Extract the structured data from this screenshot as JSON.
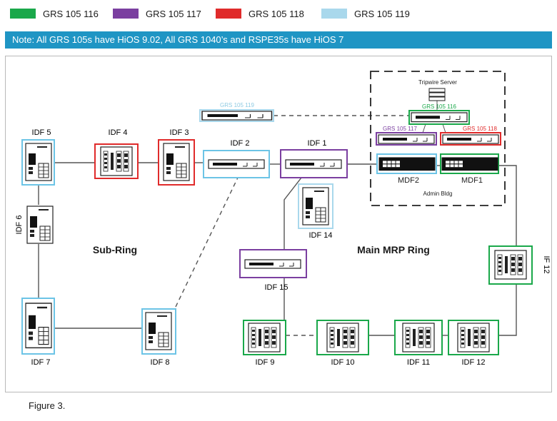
{
  "legend": [
    {
      "label": "GRS 105 116",
      "color": "#1aa84a"
    },
    {
      "label": "GRS 105 117",
      "color": "#7b3fa0"
    },
    {
      "label": "GRS 105 118",
      "color": "#e02b2b"
    },
    {
      "label": "GRS 105 119",
      "color": "#a9d8ec"
    }
  ],
  "banner_note": "Note: All GRS 105s have HiOS 9.02, All GRS 1040’s and RSPE35s have HiOS 7",
  "ring_labels": {
    "sub_ring": "Sub-Ring",
    "main_ring": "Main MRP Ring"
  },
  "admin": {
    "server_label": "Tripwire Server",
    "switch_top": "GRS 105 116",
    "switch_left": "GRS 105 117",
    "switch_right": "GRS 105 118",
    "floating_switch": "GRS 105 119",
    "mdf2": "MDF2",
    "mdf1": "MDF1",
    "building": "Admin Bldg"
  },
  "nodes": {
    "idf5": "IDF 5",
    "idf4": "IDF 4",
    "idf3": "IDF 3",
    "idf2": "IDF 2",
    "idf1": "IDF 1",
    "idf6": "IDF 6",
    "idf14": "IDF 14",
    "idf15": "IDF 15",
    "if12": "IF 12",
    "idf7": "IDF 7",
    "idf8": "IDF 8",
    "idf9": "IDF 9",
    "idf10": "IDF 10",
    "idf11": "IDF 11",
    "idf12": "IDF 12"
  },
  "caption": "Figure 3."
}
